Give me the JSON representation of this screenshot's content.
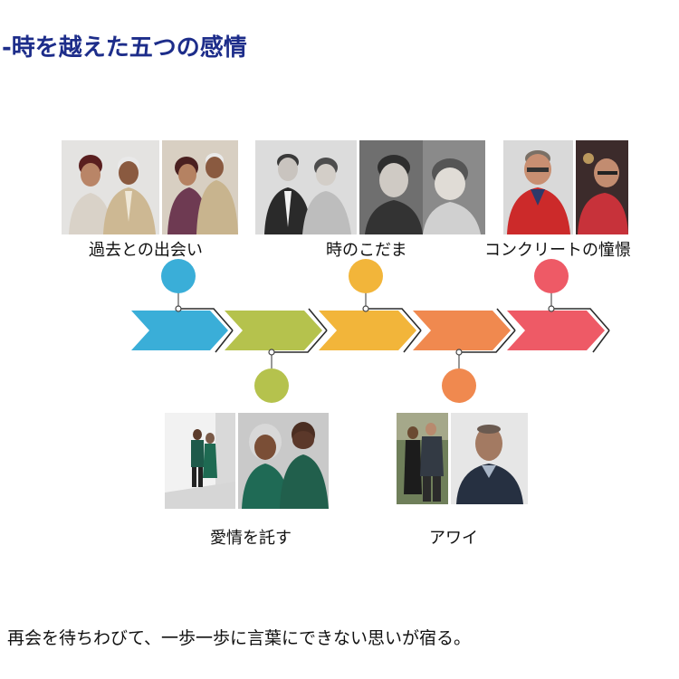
{
  "title": "-時を越えた五つの感情",
  "events": [
    {
      "label": "過去との出会い",
      "color": "#3aaed8",
      "position": "top"
    },
    {
      "label": "愛情を託す",
      "color": "#b5c24d",
      "position": "bottom"
    },
    {
      "label": "時のこだま",
      "color": "#f2b53a",
      "position": "top"
    },
    {
      "label": "アワイ",
      "color": "#f0894f",
      "position": "bottom"
    },
    {
      "label": "コンクリートの憧憬",
      "color": "#ee5a66",
      "position": "top"
    }
  ],
  "caption": "再会を待ちわびて、一歩一歩に言葉にできない思いが宿る。"
}
